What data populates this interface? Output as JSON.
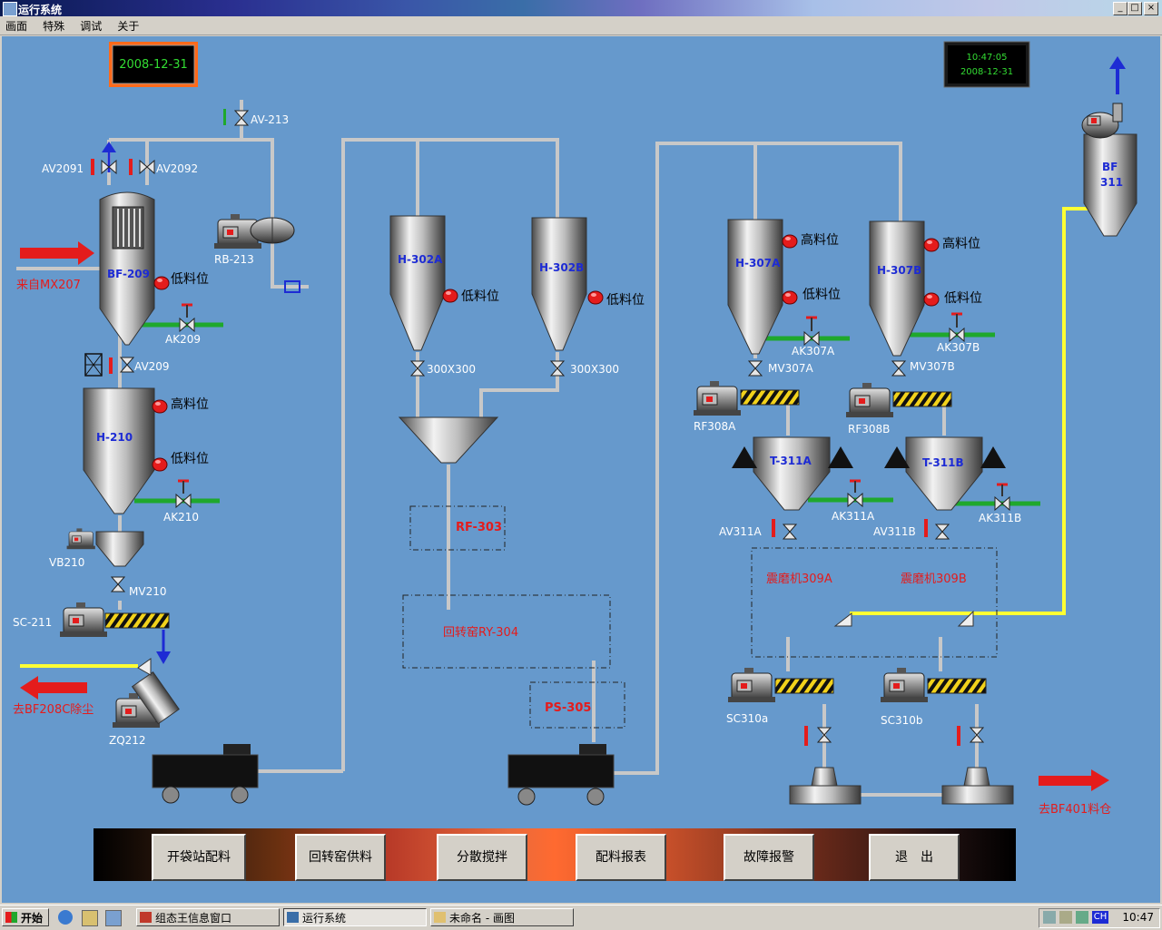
{
  "window": {
    "title": "运行系统",
    "btn_min": "_",
    "btn_max": "□",
    "btn_close": "×"
  },
  "menu": [
    "画面",
    "特殊",
    "调试",
    "关于"
  ],
  "clock_left": {
    "date": "2008-12-31"
  },
  "clock_right": {
    "time": "10:47:05",
    "date": "2008-12-31"
  },
  "labels": {
    "av213": "AV-213",
    "av2091": "AV2091",
    "av2092": "AV2092",
    "rb213": "RB-213",
    "from_mx207": "来自MX207",
    "bf209": "BF-209",
    "low": "低料位",
    "high": "高料位",
    "ak209": "AK209",
    "av209": "AV209",
    "h210": "H-210",
    "ak210": "AK210",
    "vb210": "VB210",
    "mv210": "MV210",
    "sc211": "SC-211",
    "to_bf208c": "去BF208C除尘",
    "zq212": "ZQ212",
    "h302a": "H-302A",
    "h302b": "H-302B",
    "size": "300X300",
    "rf303": "RF-303",
    "ry304": "回转窑RY-304",
    "ps305": "PS-305",
    "h307a": "H-307A",
    "h307b": "H-307B",
    "ak307a": "AK307A",
    "ak307b": "AK307B",
    "mv307a": "MV307A",
    "mv307b": "MV307B",
    "rf308a": "RF308A",
    "rf308b": "RF308B",
    "t311a": "T-311A",
    "t311b": "T-311B",
    "ak311a": "AK311A",
    "ak311b": "AK311B",
    "av311a": "AV311A",
    "av311b": "AV311B",
    "mill309a": "震磨机309A",
    "mill309b": "震磨机309B",
    "sc310a": "SC310a",
    "sc310b": "SC310b",
    "bf311a": "BF",
    "bf311b": "311",
    "to_bf401": "去BF401料仓"
  },
  "buttons": [
    "开袋站配料",
    "回转窑供料",
    "分散搅拌",
    "配料报表",
    "故障报警",
    "退　出"
  ],
  "taskbar": {
    "start": "开始",
    "tasks": [
      "组态王信息窗口",
      "运行系统",
      "未命名 - 画图"
    ],
    "tray_lang": "CH",
    "tray_time": "10:47"
  },
  "colors": {
    "canvas": "#6699cc",
    "pipe": "#c8c8c8",
    "yellow_line": "#ffff33",
    "green_pipe": "#1fa82c",
    "alarm_red": "#e41c1c",
    "label_blue": "#1d2bd4",
    "clock_green": "#33dd33"
  }
}
